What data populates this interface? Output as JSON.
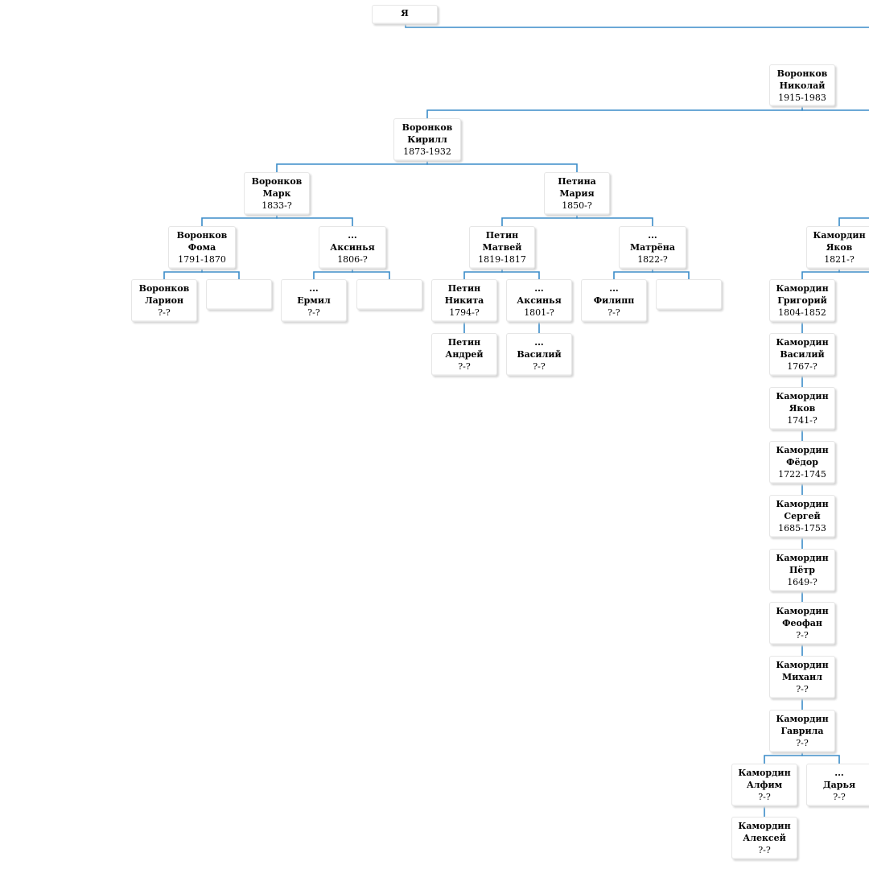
{
  "line_color": "#3a8cc8",
  "persons": [
    {
      "id": "me",
      "lines": [
        "Я"
      ]
    },
    {
      "id": "nikolai",
      "lines": [
        "Воронков",
        "Николай"
      ],
      "dates": "1915-1983"
    },
    {
      "id": "kirill",
      "lines": [
        "Воронков",
        "Кирилл"
      ],
      "dates": "1873-1932"
    },
    {
      "id": "mark",
      "lines": [
        "Воронков",
        "Марк"
      ],
      "dates": "1833-?"
    },
    {
      "id": "maria",
      "lines": [
        "Петина",
        "Мария"
      ],
      "dates": "1850-?"
    },
    {
      "id": "foma",
      "lines": [
        "Воронков",
        "Фома"
      ],
      "dates": "1791-1870"
    },
    {
      "id": "aksinya1806",
      "lines": [
        "...",
        "Аксинья"
      ],
      "dates": "1806-?"
    },
    {
      "id": "matvei",
      "lines": [
        "Петин",
        "Матвей"
      ],
      "dates": "1819-1817"
    },
    {
      "id": "matryona",
      "lines": [
        "...",
        "Матрёна"
      ],
      "dates": "1822-?"
    },
    {
      "id": "larion",
      "lines": [
        "Воронков",
        "Ларион"
      ],
      "dates": "?-?"
    },
    {
      "id": "empty1",
      "lines": []
    },
    {
      "id": "ermil",
      "lines": [
        "...",
        "Ермил"
      ],
      "dates": "?-?"
    },
    {
      "id": "empty2",
      "lines": []
    },
    {
      "id": "nikita",
      "lines": [
        "Петин",
        "Никита"
      ],
      "dates": "1794-?"
    },
    {
      "id": "aksinya1801",
      "lines": [
        "...",
        "Аксинья"
      ],
      "dates": "1801-?"
    },
    {
      "id": "filipp",
      "lines": [
        "...",
        "Филипп"
      ],
      "dates": "?-?"
    },
    {
      "id": "empty3",
      "lines": []
    },
    {
      "id": "andrei",
      "lines": [
        "Петин",
        "Андрей"
      ],
      "dates": "?-?"
    },
    {
      "id": "vasilii1",
      "lines": [
        "...",
        "Василий"
      ],
      "dates": "?-?"
    },
    {
      "id": "yakov1821",
      "lines": [
        "Камордин",
        "Яков"
      ],
      "dates": "1821-?"
    },
    {
      "id": "grigorii",
      "lines": [
        "Камордин",
        "Григорий"
      ],
      "dates": "1804-1852"
    },
    {
      "id": "vasilii2",
      "lines": [
        "Камордин",
        "Василий"
      ],
      "dates": "1767-?"
    },
    {
      "id": "yakov1741",
      "lines": [
        "Камордин",
        "Яков"
      ],
      "dates": "1741-?"
    },
    {
      "id": "fedor",
      "lines": [
        "Камордин",
        "Фёдор"
      ],
      "dates": "1722-1745"
    },
    {
      "id": "sergei",
      "lines": [
        "Камордин",
        "Сергей"
      ],
      "dates": "1685-1753"
    },
    {
      "id": "petr",
      "lines": [
        "Камордин",
        "Пётр"
      ],
      "dates": "1649-?"
    },
    {
      "id": "feofan",
      "lines": [
        "Камордин",
        "Феофан"
      ],
      "dates": "?-?"
    },
    {
      "id": "mikhail",
      "lines": [
        "Камордин",
        "Михаил"
      ],
      "dates": "?-?"
    },
    {
      "id": "gavrila",
      "lines": [
        "Камордин",
        "Гаврила"
      ],
      "dates": "?-?"
    },
    {
      "id": "alfim",
      "lines": [
        "Камордин",
        "Алфим"
      ],
      "dates": "?-?"
    },
    {
      "id": "darya",
      "lines": [
        "...",
        "Дарья"
      ],
      "dates": "?-?"
    },
    {
      "id": "aleksei",
      "lines": [
        "Камордин",
        "Алексей"
      ],
      "dates": "?-?"
    }
  ]
}
